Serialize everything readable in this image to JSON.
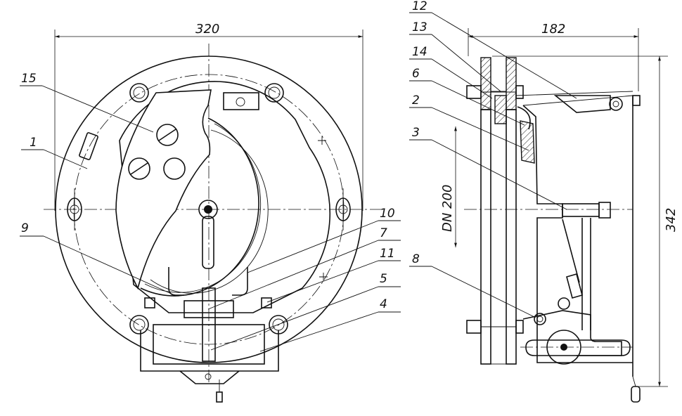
{
  "dimensions": {
    "front_width": "320",
    "side_width": "182",
    "height": "342",
    "nominal_diameter": "DN 200"
  },
  "callouts": [
    "1",
    "2",
    "3",
    "4",
    "5",
    "6",
    "7",
    "8",
    "9",
    "10",
    "11",
    "12",
    "13",
    "14",
    "15"
  ]
}
